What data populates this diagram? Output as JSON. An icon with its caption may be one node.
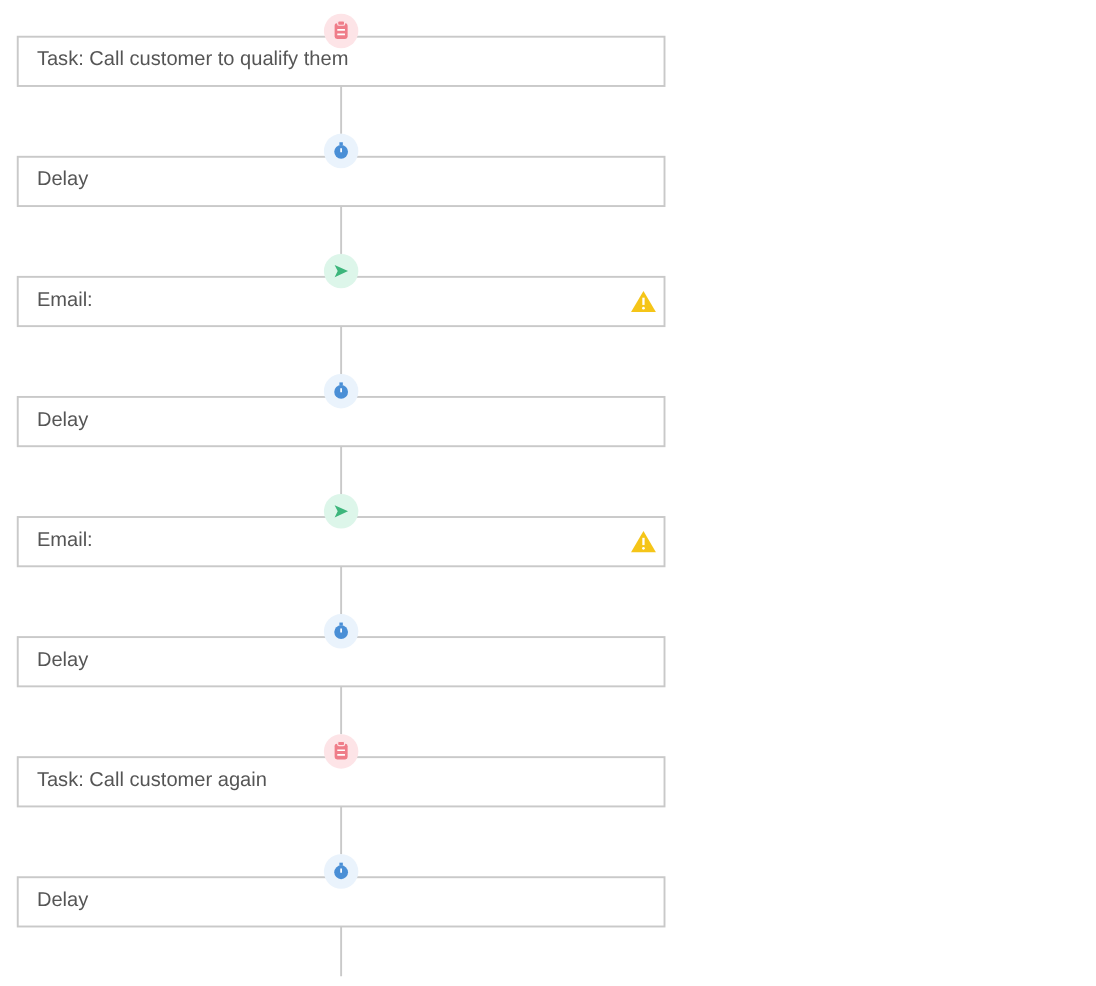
{
  "diagram": {
    "nodes": [
      {
        "text": [
          "Task: Call customer to qualify them"
        ]
      },
      {
        "text": [
          "Delay"
        ]
      },
      {
        "text": [
          "Email:"
        ]
      },
      {
        "text": [
          "Delay"
        ]
      },
      {
        "text": [
          "Email:"
        ]
      },
      {
        "text": [
          "Delay"
        ]
      },
      {
        "text": [
          "Task: Call customer again"
        ]
      },
      {
        "text": [
          "Delay"
        ]
      }
    ],
    "edges": [
      {
        "from": 0,
        "to": 1,
        "arrow": "none"
      },
      {
        "from": 1,
        "to": 2,
        "arrow": "none"
      },
      {
        "from": 2,
        "to": 3,
        "arrow": "none"
      },
      {
        "from": 3,
        "to": 4,
        "arrow": "none"
      },
      {
        "from": 4,
        "to": 5,
        "arrow": "none"
      },
      {
        "from": 5,
        "to": 6,
        "arrow": "none"
      },
      {
        "from": 6,
        "to": 7,
        "arrow": "none"
      },
      {
        "from": 7,
        "to": null,
        "arrow": "none"
      }
    ]
  }
}
